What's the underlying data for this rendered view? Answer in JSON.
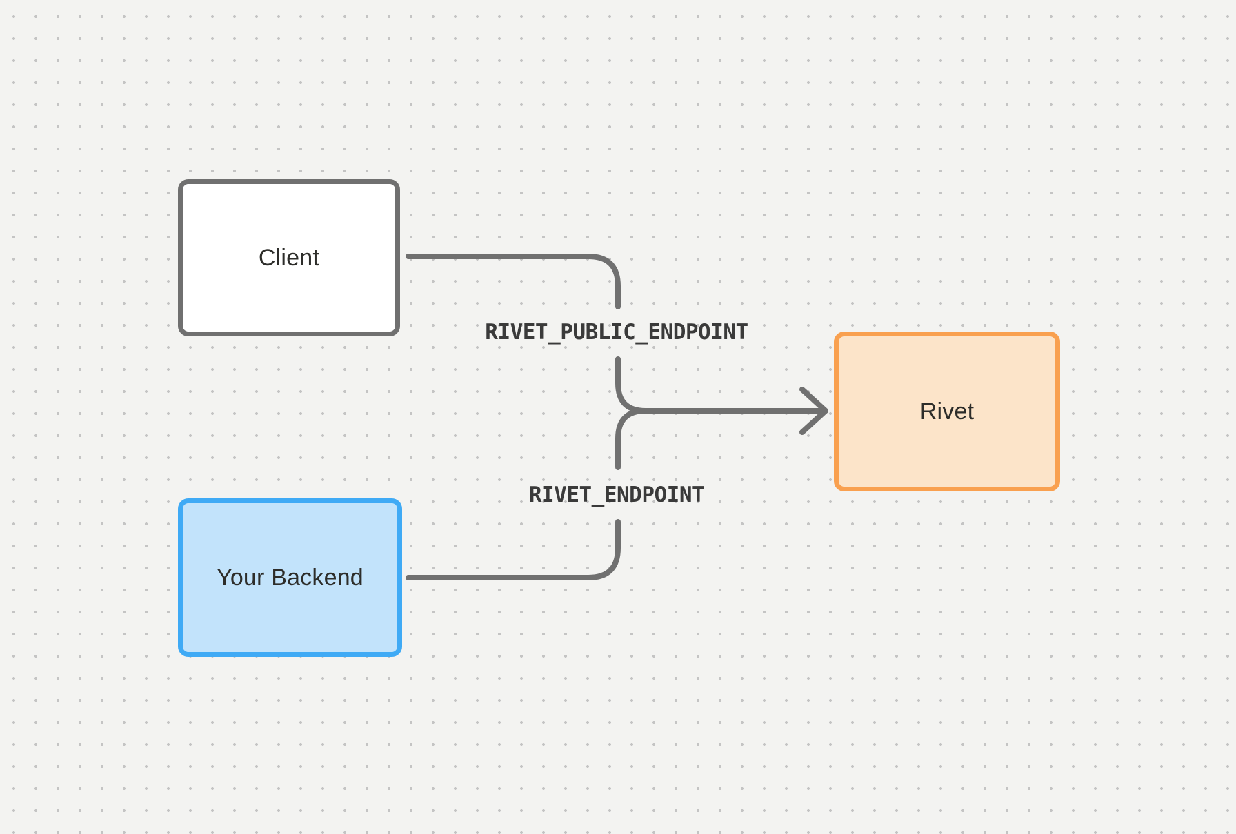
{
  "diagram": {
    "nodes": [
      {
        "id": "client",
        "label": "Client"
      },
      {
        "id": "your-backend",
        "label": "Your Backend"
      },
      {
        "id": "rivet",
        "label": "Rivet"
      }
    ],
    "edges": [
      {
        "from": "client",
        "to": "rivet",
        "label": "RIVET_PUBLIC_ENDPOINT"
      },
      {
        "from": "your-backend",
        "to": "rivet",
        "label": "RIVET_ENDPOINT"
      }
    ]
  },
  "theme": {
    "colors": {
      "canvas-bg": "#f3f3f1",
      "dot-color": "#c4c4c4",
      "edge-stroke": "#707070",
      "edge-label-color": "#3a3a3a",
      "node-label-color": "#2d2d2a",
      "client-border": "#707070",
      "client-fill": "#ffffff",
      "backend-border": "#3faaf5",
      "backend-fill": "#c2e3fb",
      "rivet-border": "#f9a04f",
      "rivet-fill": "#fce4c9"
    }
  }
}
